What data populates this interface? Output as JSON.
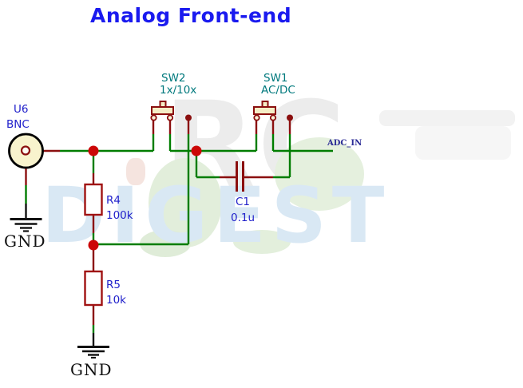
{
  "title": "Analog Front-end",
  "components": {
    "u6": {
      "ref": "U6",
      "value": "BNC"
    },
    "sw2": {
      "ref": "SW2",
      "value": "1x/10x"
    },
    "sw1": {
      "ref": "SW1",
      "value": "AC/DC"
    },
    "r4": {
      "ref": "R4",
      "value": "100k"
    },
    "r5": {
      "ref": "R5",
      "value": "10k"
    },
    "c1": {
      "ref": "C1",
      "value": "0.1u"
    }
  },
  "nets": {
    "adc_in": "ADC_IN"
  },
  "grounds": {
    "input": "GND",
    "divider": "GND"
  },
  "watermark": {
    "text_blue": "DIGEST",
    "text_gray": "RC"
  },
  "colors": {
    "wire": "#007d00",
    "component": "#8b0f0f",
    "resistor": "#a01212",
    "junction": "#cc0707",
    "title_blue": "#1a1aef",
    "label_blue": "#2121cb",
    "label_teal": "#00797d",
    "net_navy": "#2b2b96"
  }
}
